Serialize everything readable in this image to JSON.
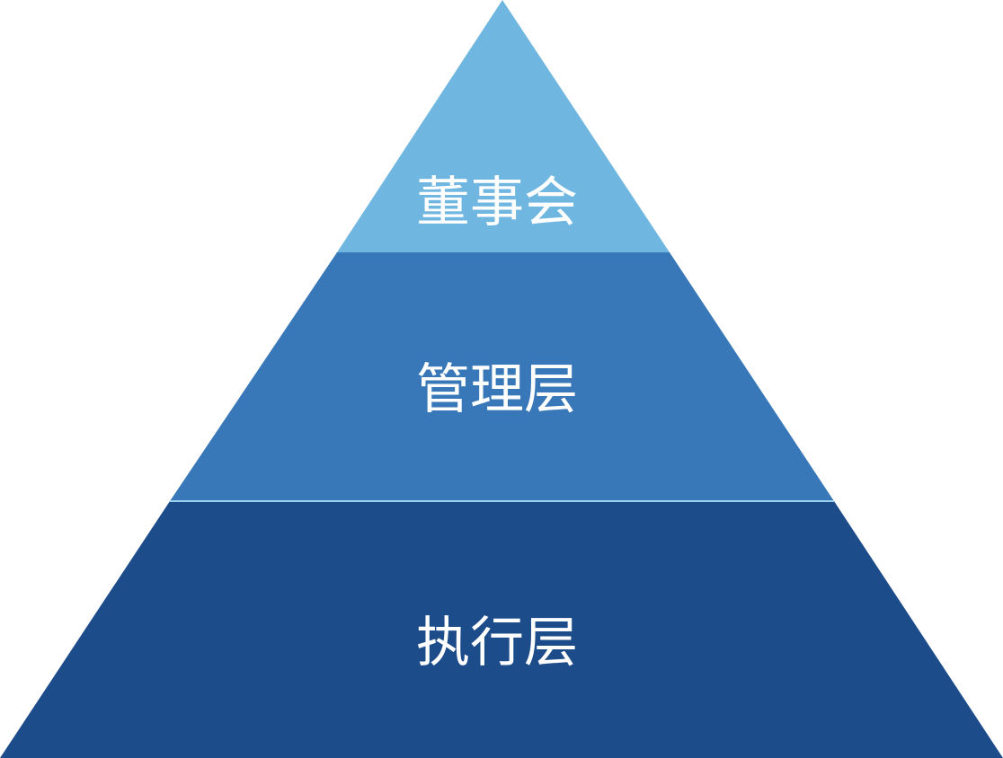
{
  "diagram": {
    "tiers": [
      {
        "label": "董事会",
        "color": "#6fb7e0"
      },
      {
        "label": "管理层",
        "color": "#3878b8"
      },
      {
        "label": "执行层",
        "color": "#1d4c8b"
      }
    ],
    "divider_color": "#9dd0ef"
  }
}
